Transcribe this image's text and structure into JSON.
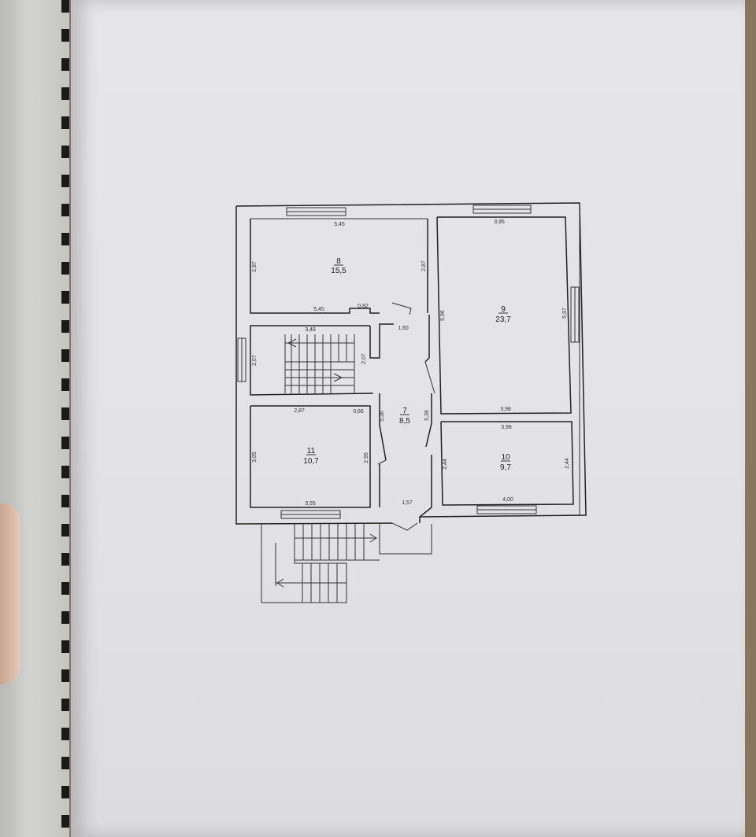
{
  "rooms": [
    {
      "number": "8",
      "area": "15,5"
    },
    {
      "number": "9",
      "area": "23,7"
    },
    {
      "number": "7",
      "area": "8,5"
    },
    {
      "number": "11",
      "area": "10,7"
    },
    {
      "number": "10",
      "area": "9,7"
    }
  ],
  "dimensions": {
    "r8_top": "5,45",
    "r8_left": "2,87",
    "r8_right": "2,87",
    "r8_bottom": "5,45",
    "r8_bottom_small": "0,82",
    "r9_top": "3,95",
    "r9_left": "5,96",
    "r9_right": "5,97",
    "r9_bottom": "3,98",
    "hall_top": "1,60",
    "stair_top": "3,48",
    "stair_left": "2,07",
    "stair_right": "2,07",
    "r11_top": "2,87",
    "r11_top_small": "0,66",
    "r11_left": "3,05",
    "r11_right": "2,95",
    "r11_bottom": "3,55",
    "hall_left": "5,36",
    "hall_right": "5,39",
    "hall_bottom": "1,57",
    "r10_top": "3,98",
    "r10_left": "2,44",
    "r10_right": "2,44",
    "r10_bottom": "4,00"
  }
}
